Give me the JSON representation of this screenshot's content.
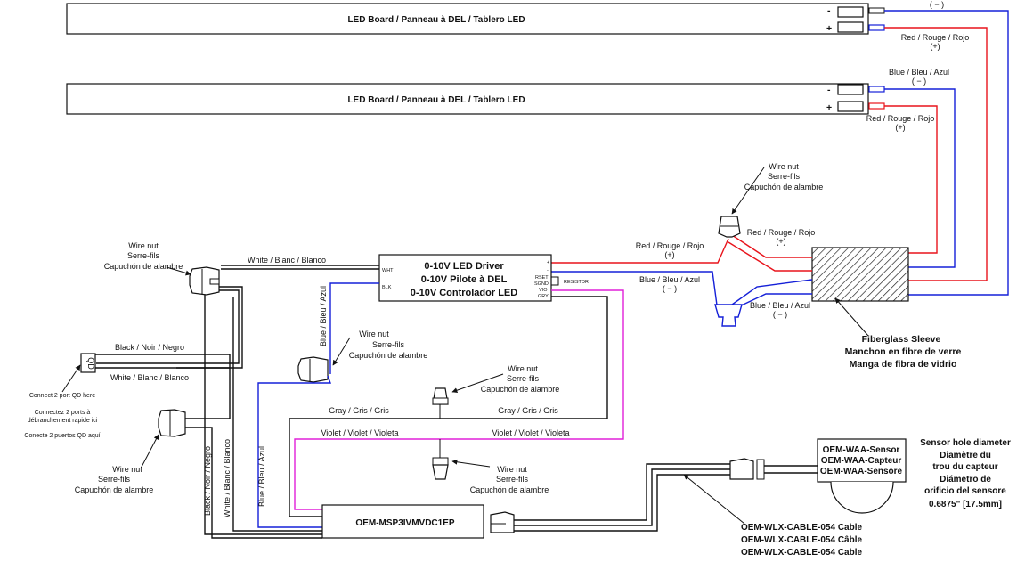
{
  "led_boards": [
    {
      "label": "LED Board / Panneau à DEL / Tablero LED",
      "minus": "-",
      "plus": "+"
    },
    {
      "label": "LED Board / Panneau à DEL / Tablero LED",
      "minus": "-",
      "plus": "+"
    }
  ],
  "board1_wires": {
    "neg": "( − )",
    "red": "Red / Rouge / Rojo",
    "pos": "(+)"
  },
  "board2_wires": {
    "blue": "Blue / Bleu / Azul",
    "neg": "( − )",
    "red": "Red / Rouge / Rojo",
    "pos": "(+)"
  },
  "driver": {
    "line1": "0-10V LED Driver",
    "line2": "0-10V Pilote à DEL",
    "line3": "0-10V Controlador LED",
    "pins_left": [
      "WHT",
      "BLK"
    ],
    "pins_right": [
      "+",
      "-",
      "RSET",
      "SGND",
      "VIO",
      "GRY"
    ],
    "resistor": "RESISTOR"
  },
  "wirenut": {
    "l1": "Wire nut",
    "l2": "Serre-fils",
    "l3": "Capuchón de alambre"
  },
  "fiberglass": {
    "l1": "Fiberglass Sleeve",
    "l2": "Manchon en fibre de verre",
    "l3": "Manga de fibra de vidrio"
  },
  "wire_labels": {
    "white": "White / Blanc / Blanco",
    "black": "Black / Noir / Negro",
    "blue": "Blue / Bleu / Azul",
    "red": "Red / Rouge / Rojo",
    "gray": "Gray / Gris / Gris",
    "violet": "Violet / Violet / Violeta",
    "plus": "(+)",
    "minus": "( − )"
  },
  "qd": {
    "label": "QD",
    "note1": "Connect 2 port QD here",
    "note2a": "Connectez 2 ports à",
    "note2b": "débranchement rapide ici",
    "note3": "Conecte 2 puertos QD aquí"
  },
  "module": "OEM-MSP3IVMVDC1EP",
  "sensor": {
    "l1": "OEM-WAA-Sensor",
    "l2": "OEM-WAA-Capteur",
    "l3": "OEM-WAA-Sensore"
  },
  "sensor_hole": {
    "l1": "Sensor hole diameter",
    "l2": "Diamètre du",
    "l3": "trou du capteur",
    "l4": "Diámetro de",
    "l5": "orificio del sensore",
    "l6": "0.6875\" [17.5mm]"
  },
  "cable": {
    "l1": "OEM-WLX-CABLE-054 Cable",
    "l2": "OEM-WLX-CABLE-054 Câble",
    "l3": "OEM-WLX-CABLE-054 Cable"
  },
  "colors": {
    "red": "#e8141c",
    "blue": "#1520d8",
    "violet": "#e020d8",
    "black": "#111111"
  }
}
